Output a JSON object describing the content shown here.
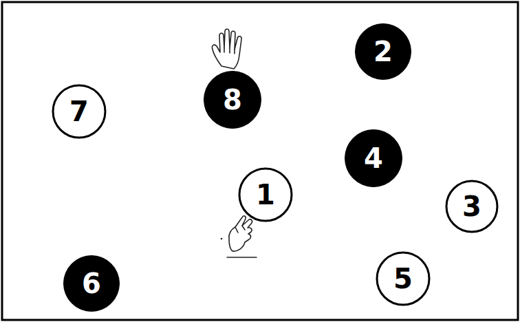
{
  "diagram": {
    "nodes": [
      {
        "text": [
          "2"
        ]
      },
      {
        "text": [
          "7"
        ]
      },
      {
        "text": [
          "8"
        ]
      },
      {
        "text": [
          "4"
        ]
      },
      {
        "text": [
          "1"
        ]
      },
      {
        "text": [
          "3"
        ]
      },
      {
        "text": [
          "6"
        ]
      },
      {
        "text": [
          "5"
        ]
      }
    ]
  }
}
